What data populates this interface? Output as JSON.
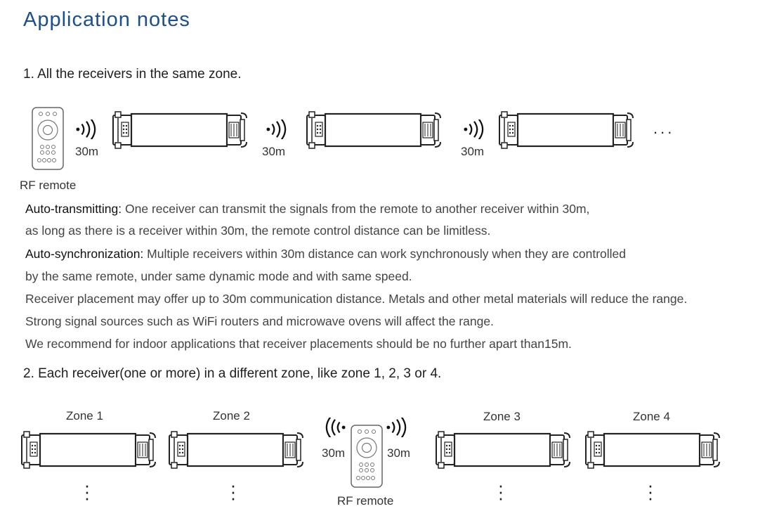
{
  "title": "Application notes",
  "section1": {
    "heading": "1. All the receivers in the same zone.",
    "distance_labels": [
      "30m",
      "30m",
      "30m"
    ],
    "ellipsis": "...",
    "remote_label": "RF remote"
  },
  "paragraphs": {
    "auto_transmit_label": "Auto-transmitting:",
    "auto_transmit_text": " One receiver can transmit the signals from the remote to another receiver within 30m,",
    "line2": "as long as there is a receiver within 30m, the remote control distance can be limitless.",
    "auto_sync_label": "Auto-synchronization:",
    "auto_sync_text": " Multiple receivers within 30m distance can work synchronously when they are controlled",
    "line4": "by the same remote, under same dynamic mode and with same speed.",
    "line5": "Receiver  placement may offer up to 30m communication distance. Metals and other metal materials will reduce the range.",
    "line6": "Strong signal sources such as WiFi routers and microwave ovens will affect the range.",
    "line7": "We recommend for indoor applications that receiver placements should be no further apart than15m."
  },
  "section2": {
    "heading": "2. Each receiver(one or more) in a different zone, like zone 1, 2, 3 or 4.",
    "zones": [
      "Zone 1",
      "Zone 2",
      "Zone 3",
      "Zone 4"
    ],
    "left_distance": "30m",
    "right_distance": "30m",
    "remote_label": "RF remote",
    "vertical_dots": "⋮"
  }
}
